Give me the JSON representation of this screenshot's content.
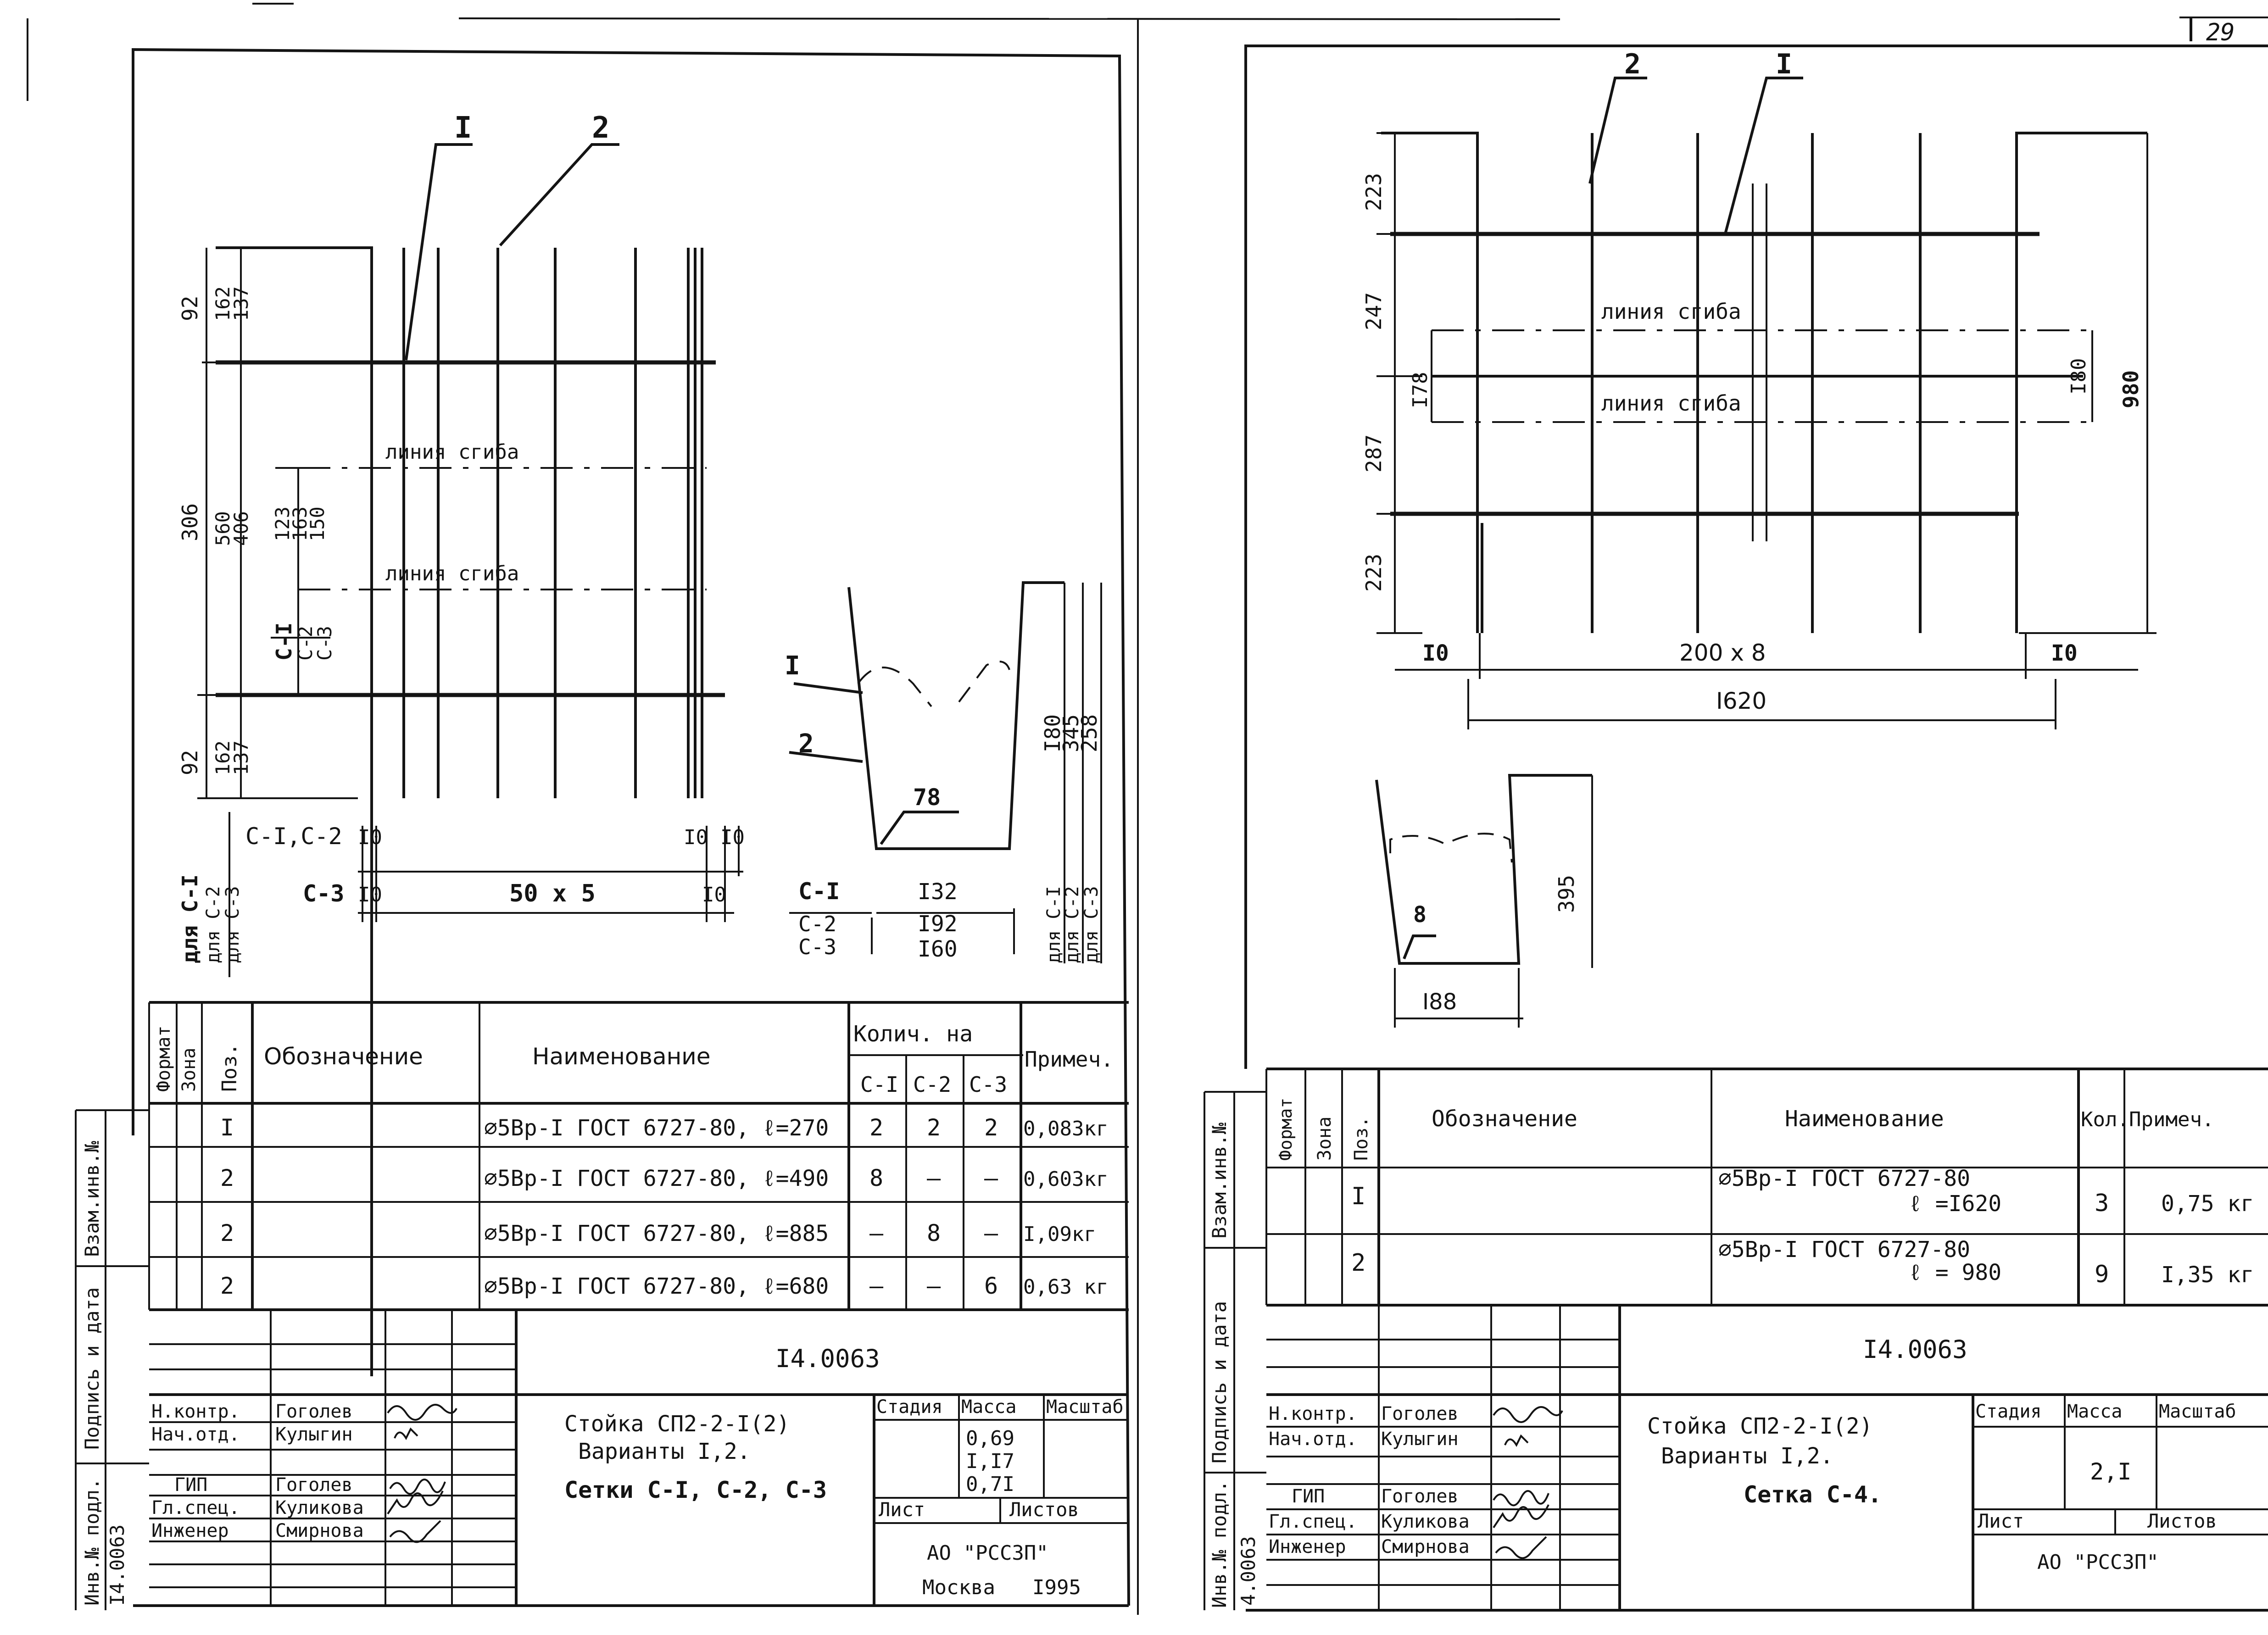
{
  "left_sheet": {
    "mesh": {
      "leaders": [
        "I",
        "2"
      ],
      "bend_labels": [
        "линия сгиба",
        "линия сгиба"
      ],
      "dims_left_a": [
        "92",
        "306",
        "92"
      ],
      "dims_left_b": [
        "162",
        "137",
        "560",
        "406",
        "123",
        "163",
        "150",
        "162",
        "137"
      ],
      "variant_rows": [
        "С-I",
        "С-2",
        "С-3"
      ],
      "variant_cols": [
        "для С-I",
        "для С-2",
        "для С-3"
      ],
      "bottom_row1": "С-I,С-2",
      "bottom_row2": "С-3",
      "ten": "I0",
      "spacing": "50 x 5"
    },
    "section": {
      "leaders": [
        "I",
        "2"
      ],
      "angle": "78",
      "variants": [
        "С-I",
        "С-2",
        "С-3"
      ],
      "widths": [
        "I32",
        "I92",
        "I60"
      ],
      "heights": [
        "I80",
        "345",
        "258"
      ],
      "height_for": [
        "для С-I",
        "для С-2",
        "для С-3"
      ]
    },
    "spec": {
      "headers": {
        "format": "Формат",
        "zone": "Зона",
        "pos": "Поз.",
        "designation": "Обозначение",
        "name": "Наименование",
        "qty": "Колич. на",
        "note": "Примеч."
      },
      "qty_cols": [
        "С-I",
        "С-2",
        "С-3"
      ],
      "rows": [
        {
          "pos": "I",
          "name": "⌀5Вр-I ГОСТ 6727-80, ℓ=270",
          "q1": "2",
          "q2": "2",
          "q3": "2",
          "note": "0,083кг"
        },
        {
          "pos": "2",
          "name": "⌀5Вр-I ГОСТ 6727-80, ℓ=490",
          "q1": "8",
          "q2": "–",
          "q3": "–",
          "note": "0,603кг"
        },
        {
          "pos": "2",
          "name": "⌀5Вр-I ГОСТ 6727-80, ℓ=885",
          "q1": "–",
          "q2": "8",
          "q3": "–",
          "note": "I,09кг"
        },
        {
          "pos": "2",
          "name": "⌀5Вр-I ГОСТ 6727-80, ℓ=680",
          "q1": "–",
          "q2": "–",
          "q3": "6",
          "note": "0,63 кг"
        }
      ]
    },
    "title_block": {
      "doc_code": "I4.0063",
      "roles": [
        "Н.контр.",
        "Нач.отд.",
        "ГИП",
        "Гл.спец.",
        "Инженер"
      ],
      "names": [
        "Гоголев",
        "Кулыгин",
        "Гоголев",
        "Куликова",
        "Смирнова"
      ],
      "title1": "Стойка СП2-2-I(2)",
      "title2": "Варианты I,2.",
      "title3": "Сетки С-I, С-2, С-3",
      "stage_label": "Стадия",
      "mass_label": "Масса",
      "scale_label": "Масштаб",
      "masses": [
        "0,69",
        "I,I7",
        "0,7I"
      ],
      "sheet_label": "Лист",
      "sheets_label": "Листов",
      "org": "АО \"РССЗП\"",
      "city": "Москва",
      "year": "I995"
    },
    "margin_stamp": {
      "inv": "Инв.№ подл.",
      "sign": "Подпись и дата",
      "replace": "Взам.инв.№",
      "code": "I4.0063"
    }
  },
  "right_sheet": {
    "page_number": "29",
    "mesh": {
      "leaders": [
        "2",
        "I"
      ],
      "bend_labels": [
        "линия сгиба",
        "линия сгиба"
      ],
      "dims_left": [
        "223",
        "247",
        "287",
        "223"
      ],
      "dim_inner": "I78",
      "dims_right": [
        "I80",
        "980"
      ],
      "ten": "I0",
      "spacing": "200 x 8",
      "total": "I620"
    },
    "section": {
      "angle": "8",
      "height": "395",
      "width": "I88"
    },
    "spec": {
      "headers": {
        "format": "Формат",
        "zone": "Зона",
        "pos": "Поз.",
        "designation": "Обозначение",
        "name": "Наименование",
        "qty": "Кол.",
        "note": "Примеч."
      },
      "rows": [
        {
          "pos": "I",
          "name1": "⌀5Вр-I ГОСТ 6727-80",
          "name2": "ℓ =I620",
          "qty": "3",
          "note": "0,75 кг"
        },
        {
          "pos": "2",
          "name1": "⌀5Вр-I ГОСТ 6727-80",
          "name2": "ℓ = 980",
          "qty": "9",
          "note": "I,35 кг"
        }
      ]
    },
    "title_block": {
      "doc_code": "I4.0063",
      "roles": [
        "Н.контр.",
        "Нач.отд.",
        "ГИП",
        "Гл.спец.",
        "Инженер"
      ],
      "names": [
        "Гоголев",
        "Кулыгин",
        "Гоголев",
        "Куликова",
        "Смирнова"
      ],
      "title1": "Стойка СП2-2-I(2)",
      "title2": "Варианты I,2.",
      "title3": "Сетка С-4.",
      "stage_label": "Стадия",
      "mass_label": "Масса",
      "scale_label": "Масштаб",
      "mass": "2,I",
      "sheet_label": "Лист",
      "sheets_label": "Листов",
      "org": "АО \"РССЗП\""
    },
    "margin_stamp": {
      "inv": "Инв.№ подл.",
      "sign": "Подпись и дата",
      "replace": "Взам.инв.№",
      "code": "4.0063"
    }
  }
}
